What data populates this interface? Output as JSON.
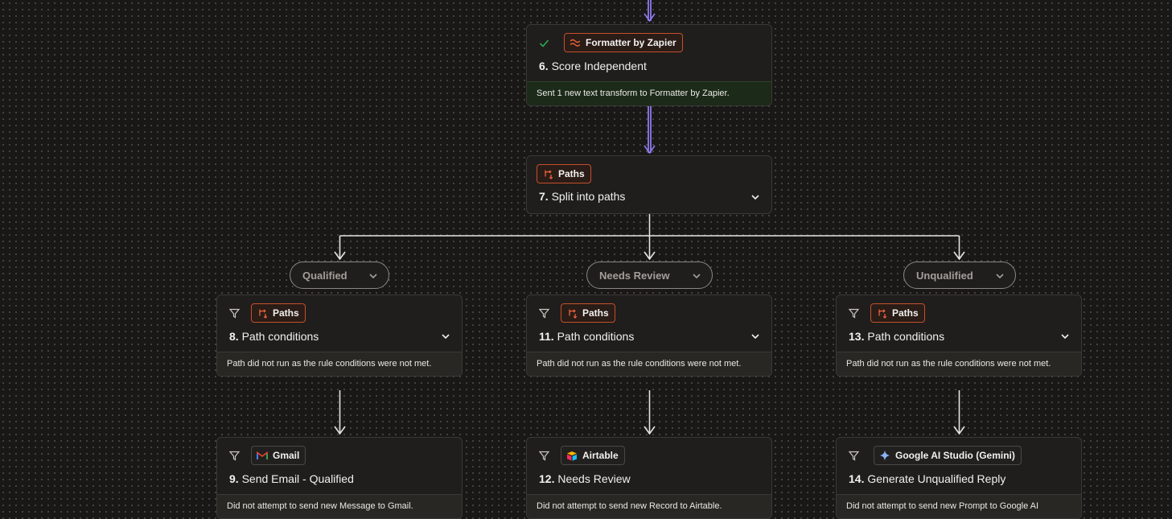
{
  "colors": {
    "canvas": "#191817",
    "card": "#201e1c",
    "accent_connector": "#8f7bf0",
    "connector": "#e6e4e0",
    "app_badge_border": "#c2502c",
    "success": "#2fa84f"
  },
  "steps": {
    "s6": {
      "status_icon": "check-icon",
      "app": "Formatter by Zapier",
      "app_icon": "formatter-icon",
      "number": "6.",
      "title": "Score Independent",
      "footer": "Sent 1 new text transform to Formatter by Zapier."
    },
    "s7": {
      "app": "Paths",
      "app_icon": "paths-icon",
      "number": "7.",
      "title": "Split into paths"
    },
    "s8": {
      "status_icon": "filter-icon",
      "app": "Paths",
      "app_icon": "paths-icon",
      "number": "8.",
      "title": "Path conditions",
      "footer": "Path did not run as the rule conditions were not met."
    },
    "s11": {
      "status_icon": "filter-icon",
      "app": "Paths",
      "app_icon": "paths-icon",
      "number": "11.",
      "title": "Path conditions",
      "footer": "Path did not run as the rule conditions were not met."
    },
    "s13": {
      "status_icon": "filter-icon",
      "app": "Paths",
      "app_icon": "paths-icon",
      "number": "13.",
      "title": "Path conditions",
      "footer": "Path did not run as the rule conditions were not met."
    },
    "s9": {
      "status_icon": "filter-icon",
      "app": "Gmail",
      "app_icon": "gmail-icon",
      "number": "9.",
      "title": "Send Email - Qualified",
      "footer": "Did not attempt to send new Message to Gmail."
    },
    "s12": {
      "status_icon": "filter-icon",
      "app": "Airtable",
      "app_icon": "airtable-icon",
      "number": "12.",
      "title": "Needs Review",
      "footer": "Did not attempt to send new Record to Airtable."
    },
    "s14": {
      "status_icon": "filter-icon",
      "app": "Google AI Studio (Gemini)",
      "app_icon": "gemini-icon",
      "number": "14.",
      "title": "Generate Unqualified Reply",
      "footer": "Did not attempt to send new Prompt to Google AI"
    }
  },
  "paths": {
    "qualified": "Qualified",
    "needs_review": "Needs Review",
    "unqualified": "Unqualified"
  }
}
